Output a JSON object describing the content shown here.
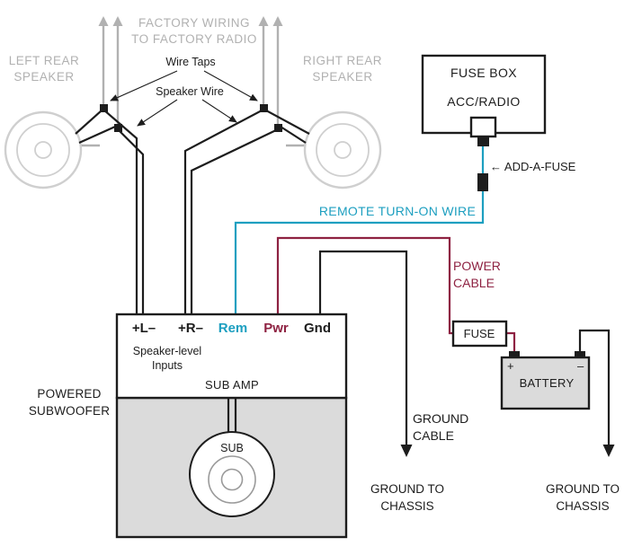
{
  "colors": {
    "remote_wire": "#1d9fc0",
    "power_wire": "#8e2242",
    "factory_gray": "#b1b1b1",
    "wire_black": "#1d1d1d",
    "enclosure_fill": "#dbdbdb",
    "speaker_icon_gray": "#cfcfcf"
  },
  "top": {
    "left_speaker": {
      "line1": "LEFT REAR",
      "line2": "SPEAKER"
    },
    "right_speaker": {
      "line1": "RIGHT REAR",
      "line2": "SPEAKER"
    },
    "factory_wiring": {
      "line1": "FACTORY WIRING",
      "line2": "TO FACTORY RADIO"
    },
    "wire_taps": "Wire Taps",
    "speaker_wire": "Speaker Wire"
  },
  "fusebox": {
    "title": "FUSE BOX",
    "slot": "ACC/RADIO",
    "add_a_fuse": "← ADD-A-FUSE"
  },
  "wires": {
    "remote": "REMOTE TURN-ON WIRE",
    "power": {
      "line1": "POWER",
      "line2": "CABLE"
    },
    "ground": {
      "line1": "GROUND",
      "line2": "CABLE"
    }
  },
  "amp": {
    "terminals": {
      "l": "+L–",
      "r": "+R–",
      "rem": "Rem",
      "pwr": "Pwr",
      "gnd": "Gnd"
    },
    "inputs": {
      "line1": "Speaker-level",
      "line2": "Inputs"
    },
    "name": "SUB AMP"
  },
  "sub": {
    "label": {
      "line1": "POWERED",
      "line2": "SUBWOOFER"
    },
    "driver": "SUB"
  },
  "battery": {
    "name": "BATTERY",
    "plus": "+",
    "minus": "–",
    "fuse": "FUSE"
  },
  "grounds": {
    "left": {
      "line1": "GROUND TO",
      "line2": "CHASSIS"
    },
    "right": {
      "line1": "GROUND TO",
      "line2": "CHASSIS"
    }
  }
}
